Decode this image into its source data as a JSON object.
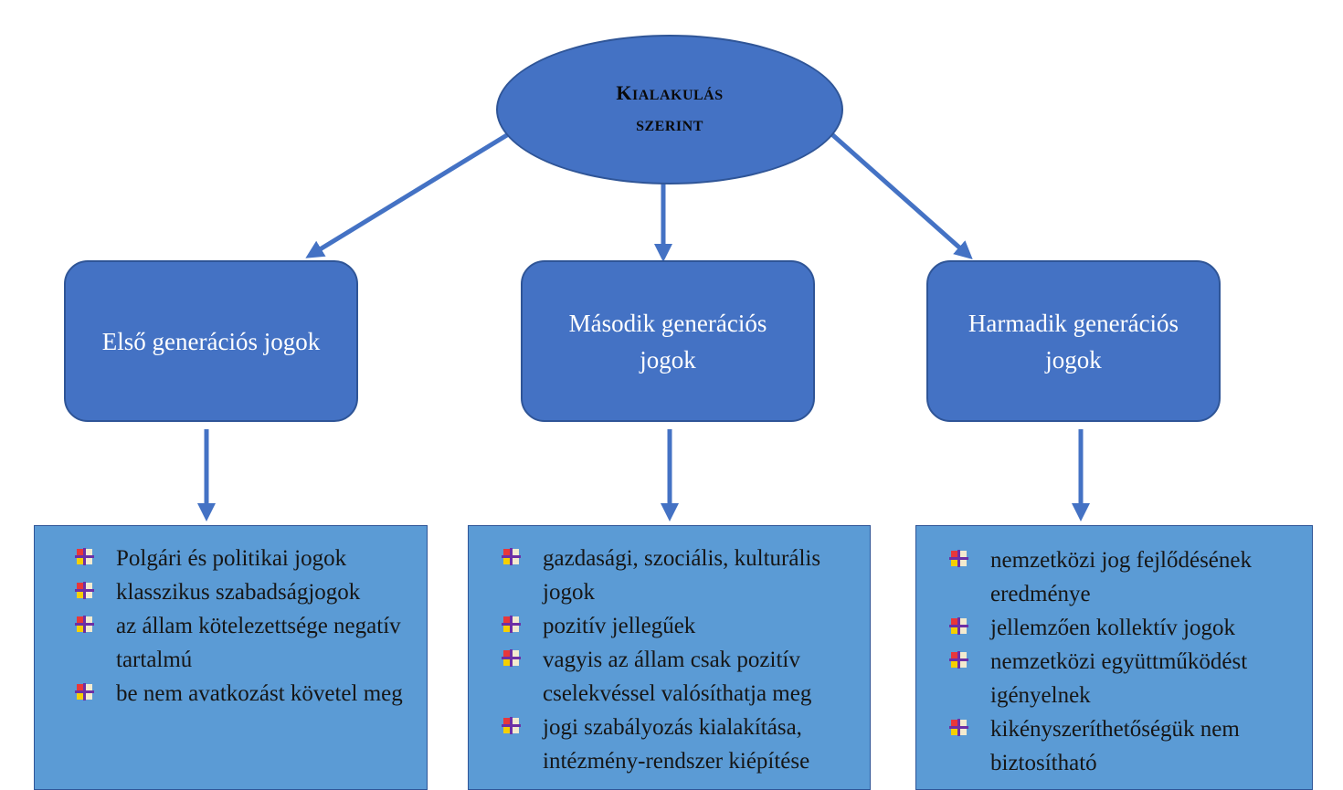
{
  "root": {
    "line1": "KIALAKULÁS",
    "line2": "SZERINT"
  },
  "generations": [
    {
      "title": "Első generációs jogok",
      "items": [
        "Polgári és politikai jogok",
        "klasszikus szabadságjogok",
        "az állam kötelezettsége negatív tartalmú",
        "be nem avatkozást követel meg"
      ]
    },
    {
      "title": "Második generációs jogok",
      "items": [
        "gazdasági, szociális, kulturális jogok",
        "pozitív jellegűek",
        "vagyis az állam csak pozitív cselekvéssel valósíthatja meg",
        "jogi szabályozás kialakítása, intézmény-rendszer kiépítése"
      ]
    },
    {
      "title": "Harmadik generációs jogok",
      "items": [
        "nemzetközi jog fejlődésének eredménye",
        "jellemzően kollektív jogok",
        "nemzetközi együttműködést igényelnek",
        "kikényszeríthetőségük nem biztosítható"
      ]
    }
  ],
  "colors": {
    "node_fill": "#4472c4",
    "node_border": "#2f5597",
    "list_fill": "#5b9bd5",
    "arrow": "#4472c4",
    "bullet_red": "#e8373a",
    "bullet_yellow": "#f5d000",
    "bullet_purple": "#6c2fa6",
    "bullet_cream": "#f3eacf"
  }
}
